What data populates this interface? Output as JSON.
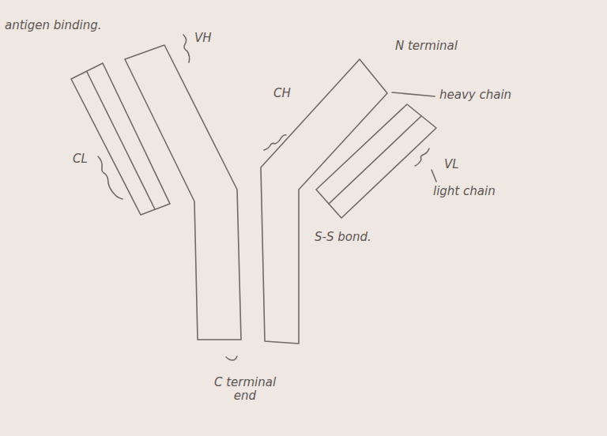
{
  "diagram": {
    "labels": [
      "antigen binding.",
      "VH",
      "CH",
      "N terminal",
      "heavy chain",
      "VL",
      "light chain",
      "CL",
      "S-S bond.",
      "C terminal end"
    ]
  }
}
